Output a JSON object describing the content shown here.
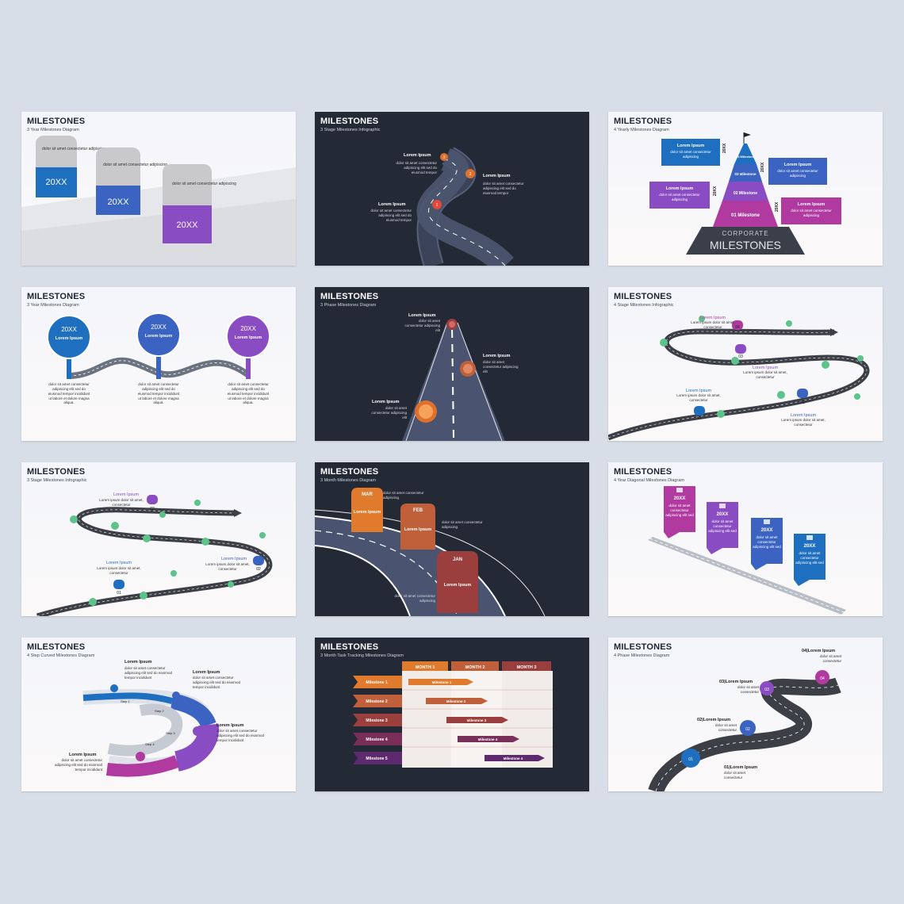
{
  "slides": [
    {
      "title": "MILESTONES",
      "subtitle": "3 Year Milestones Diagram",
      "stones": [
        {
          "text": "dolor sit amet consectetur adipiscing",
          "year": "20XX",
          "color": "#1f6fc0"
        },
        {
          "text": "dolor sit amet consectetur adipiscing",
          "year": "20XX",
          "color": "#3a63c2"
        },
        {
          "text": "dolor sit amet consectetur adipiscing",
          "year": "20XX",
          "color": "#8a4cc2"
        }
      ]
    },
    {
      "title": "MILESTONES",
      "subtitle": "3 Stage Milestones Infographic",
      "labels": [
        {
          "num": "3",
          "head": "Lorem Ipsum",
          "body": "dolor sit amet consectetur adipiscing elit sed do eiusmod tempor"
        },
        {
          "num": "2",
          "head": "Lorem Ipsum",
          "body": "dolor sit amet consectetur adipiscing elit sed do eiusmod tempor"
        },
        {
          "num": "1",
          "head": "Lorem Ipsum",
          "body": "dolor sit amet consectetur adipiscing elit sed do eiusmod tempor"
        }
      ]
    },
    {
      "title": "MILESTONES",
      "subtitle": "4 Yearly Milestones Diagram",
      "boxes": [
        {
          "head": "Lorem Ipsum",
          "body": "dolor sit amet consectetur adipiscing",
          "color": "#1f6fc0"
        },
        {
          "head": "Lorem Ipsum",
          "body": "dolor sit amet consectetur adipiscing",
          "color": "#3a63c2"
        },
        {
          "head": "Lorem Ipsum",
          "body": "dolor sit amet consectetur adipiscing",
          "color": "#8a4cc2"
        },
        {
          "head": "Lorem Ipsum",
          "body": "dolor sit amet consectetur adipiscing",
          "color": "#b03aa0"
        }
      ],
      "levels": [
        "04 Milestone",
        "03 Milestone",
        "02 Milestone",
        "01 Milestone"
      ],
      "year": "20XX",
      "base_top": "CORPORATE",
      "base_bottom": "MILESTONES"
    },
    {
      "title": "MILESTONES",
      "subtitle": "3 Year Milestones Diagram",
      "pins": [
        {
          "year": "20XX",
          "head": "Lorem Ipsum",
          "body": "dolor sit amet consectetur adipiscing elit sed do eiusmod tempor incididunt ut labore et dolore magna aliqua.",
          "color": "#1f6fc0"
        },
        {
          "year": "20XX",
          "head": "Lorem Ipsum",
          "body": "dolor sit amet consectetur adipiscing elit sed do eiusmod tempor incididunt ut labore et dolore magna aliqua.",
          "color": "#3a63c2"
        },
        {
          "year": "20XX",
          "head": "Lorem Ipsum",
          "body": "dolor sit amet consectetur adipiscing elit sed do eiusmod tempor incididunt ut labore et dolore magna aliqua.",
          "color": "#8a4cc2"
        }
      ]
    },
    {
      "title": "MILESTONES",
      "subtitle": "3 Phase Milestones Diagram",
      "labels": [
        {
          "head": "Lorem Ipsum",
          "body": "dolor sit amet consectetur adipiscing elit"
        },
        {
          "head": "Lorem Ipsum",
          "body": "dolor sit amet consectetur adipiscing elit"
        },
        {
          "head": "Lorem Ipsum",
          "body": "dolor sit amet consectetur adipiscing elit"
        }
      ]
    },
    {
      "title": "MILESTONES",
      "subtitle": "4 Stage Milestones Infographic",
      "labels": [
        {
          "num": "04",
          "head": "Lorem Ipsum",
          "body": "Lorem ipsum dolor sit amet, consectetur",
          "color": "#b03aa0"
        },
        {
          "num": "03",
          "head": "Lorem Ipsum",
          "body": "Lorem ipsum dolor sit amet, consectetur",
          "color": "#8a4cc2"
        },
        {
          "num": "02",
          "head": "Lorem Ipsum",
          "body": "Lorem ipsum dolor sit amet, consectetur",
          "color": "#3a63c2"
        },
        {
          "num": "01",
          "head": "Lorem Ipsum",
          "body": "Lorem ipsum dolor sit amet, consectetur",
          "color": "#1f6fc0"
        }
      ]
    },
    {
      "title": "MILESTONES",
      "subtitle": "3 Stage Milestones Infographic",
      "labels": [
        {
          "num": "03",
          "head": "Lorem Ipsum",
          "body": "Lorem ipsum dolor sit amet, consectetur",
          "color": "#8a4cc2"
        },
        {
          "num": "02",
          "head": "Lorem Ipsum",
          "body": "Lorem ipsum dolor sit amet, consectetur",
          "color": "#3a63c2"
        },
        {
          "num": "01",
          "head": "Lorem Ipsum",
          "body": "Lorem ipsum dolor sit amet, consectetur",
          "color": "#1f6fc0"
        }
      ]
    },
    {
      "title": "MILESTONES",
      "subtitle": "3 Month Milestones Diagram",
      "months": [
        {
          "name": "MAR",
          "head": "Lorem Ipsum",
          "body": "dolor sit amet consectetur adipiscing",
          "color": "#e07a2c"
        },
        {
          "name": "FEB",
          "head": "Lorem Ipsum",
          "body": "dolor sit amet consectetur adipiscing",
          "color": "#c0603a"
        },
        {
          "name": "JAN",
          "head": "Lorem Ipsum",
          "body": "dolor sit amet consectetur adipiscing",
          "color": "#9a3e3e"
        }
      ]
    },
    {
      "title": "MILESTONES",
      "subtitle": "4 Year Diagonal Milestones Diagram",
      "flags": [
        {
          "year": "20XX",
          "body": "dolor sit amet consectetur adipiscing elit sed",
          "color": "#b03aa0"
        },
        {
          "year": "20XX",
          "body": "dolor sit amet consectetur adipiscing elit sed",
          "color": "#8a4cc2"
        },
        {
          "year": "20XX",
          "body": "dolor sit amet consectetur adipiscing elit sed",
          "color": "#3a63c2"
        },
        {
          "year": "20XX",
          "body": "dolor sit amet consectetur adipiscing elit sed",
          "color": "#1f6fc0"
        }
      ]
    },
    {
      "title": "MILESTONES",
      "subtitle": "4 Step Curved Milestones Diagram",
      "steps": [
        "Step 1",
        "Step 2",
        "Step 3",
        "Step 4"
      ],
      "labels": [
        {
          "head": "Lorem Ipsum",
          "body": "dolor sit amet consectetur adipiscing elit sed do eiusmod tempor incididunt"
        },
        {
          "head": "Lorem Ipsum",
          "body": "dolor sit amet consectetur adipiscing elit sed do eiusmod tempor incididunt"
        },
        {
          "head": "Lorem Ipsum",
          "body": "dolor sit amet consectetur adipiscing elit sed do eiusmod tempor incididunt"
        },
        {
          "head": "Lorem Ipsum",
          "body": "dolor sit amet consectetur adipiscing elit sed do eiusmod tempor incididunt"
        }
      ]
    },
    {
      "title": "MILESTONES",
      "subtitle": "3 Month Task Tracking Milestones Diagram",
      "months": [
        "MONTH 1",
        "MONTH 2",
        "MONTH 3"
      ],
      "rows": [
        {
          "label": "Milestone 1",
          "bar": "Milestone 1",
          "color": "#e07a2c"
        },
        {
          "label": "Milestone 2",
          "bar": "Milestone 2",
          "color": "#c0603a"
        },
        {
          "label": "Milestone 3",
          "bar": "Milestone 3",
          "color": "#9a3e3e"
        },
        {
          "label": "Milestone 4",
          "bar": "Milestone 4",
          "color": "#7a2f5a"
        },
        {
          "label": "Milestone 5",
          "bar": "Milestone 4",
          "color": "#5e2a6e"
        }
      ]
    },
    {
      "title": "MILESTONES",
      "subtitle": "4 Phase Milestones Diagram",
      "labels": [
        {
          "num": "04",
          "head": "04|Lorem Ipsum",
          "body": "dolor sit amet consectetur",
          "color": "#b03aa0"
        },
        {
          "num": "03",
          "head": "03|Lorem Ipsum",
          "body": "dolor sit amet consectetur",
          "color": "#8a4cc2"
        },
        {
          "num": "02",
          "head": "02|Lorem Ipsum",
          "body": "dolor sit amet consectetur",
          "color": "#3a63c2"
        },
        {
          "num": "01",
          "head": "01|Lorem Ipsum",
          "body": "dolor sit amet consectetur",
          "color": "#1f6fc0"
        }
      ]
    }
  ]
}
